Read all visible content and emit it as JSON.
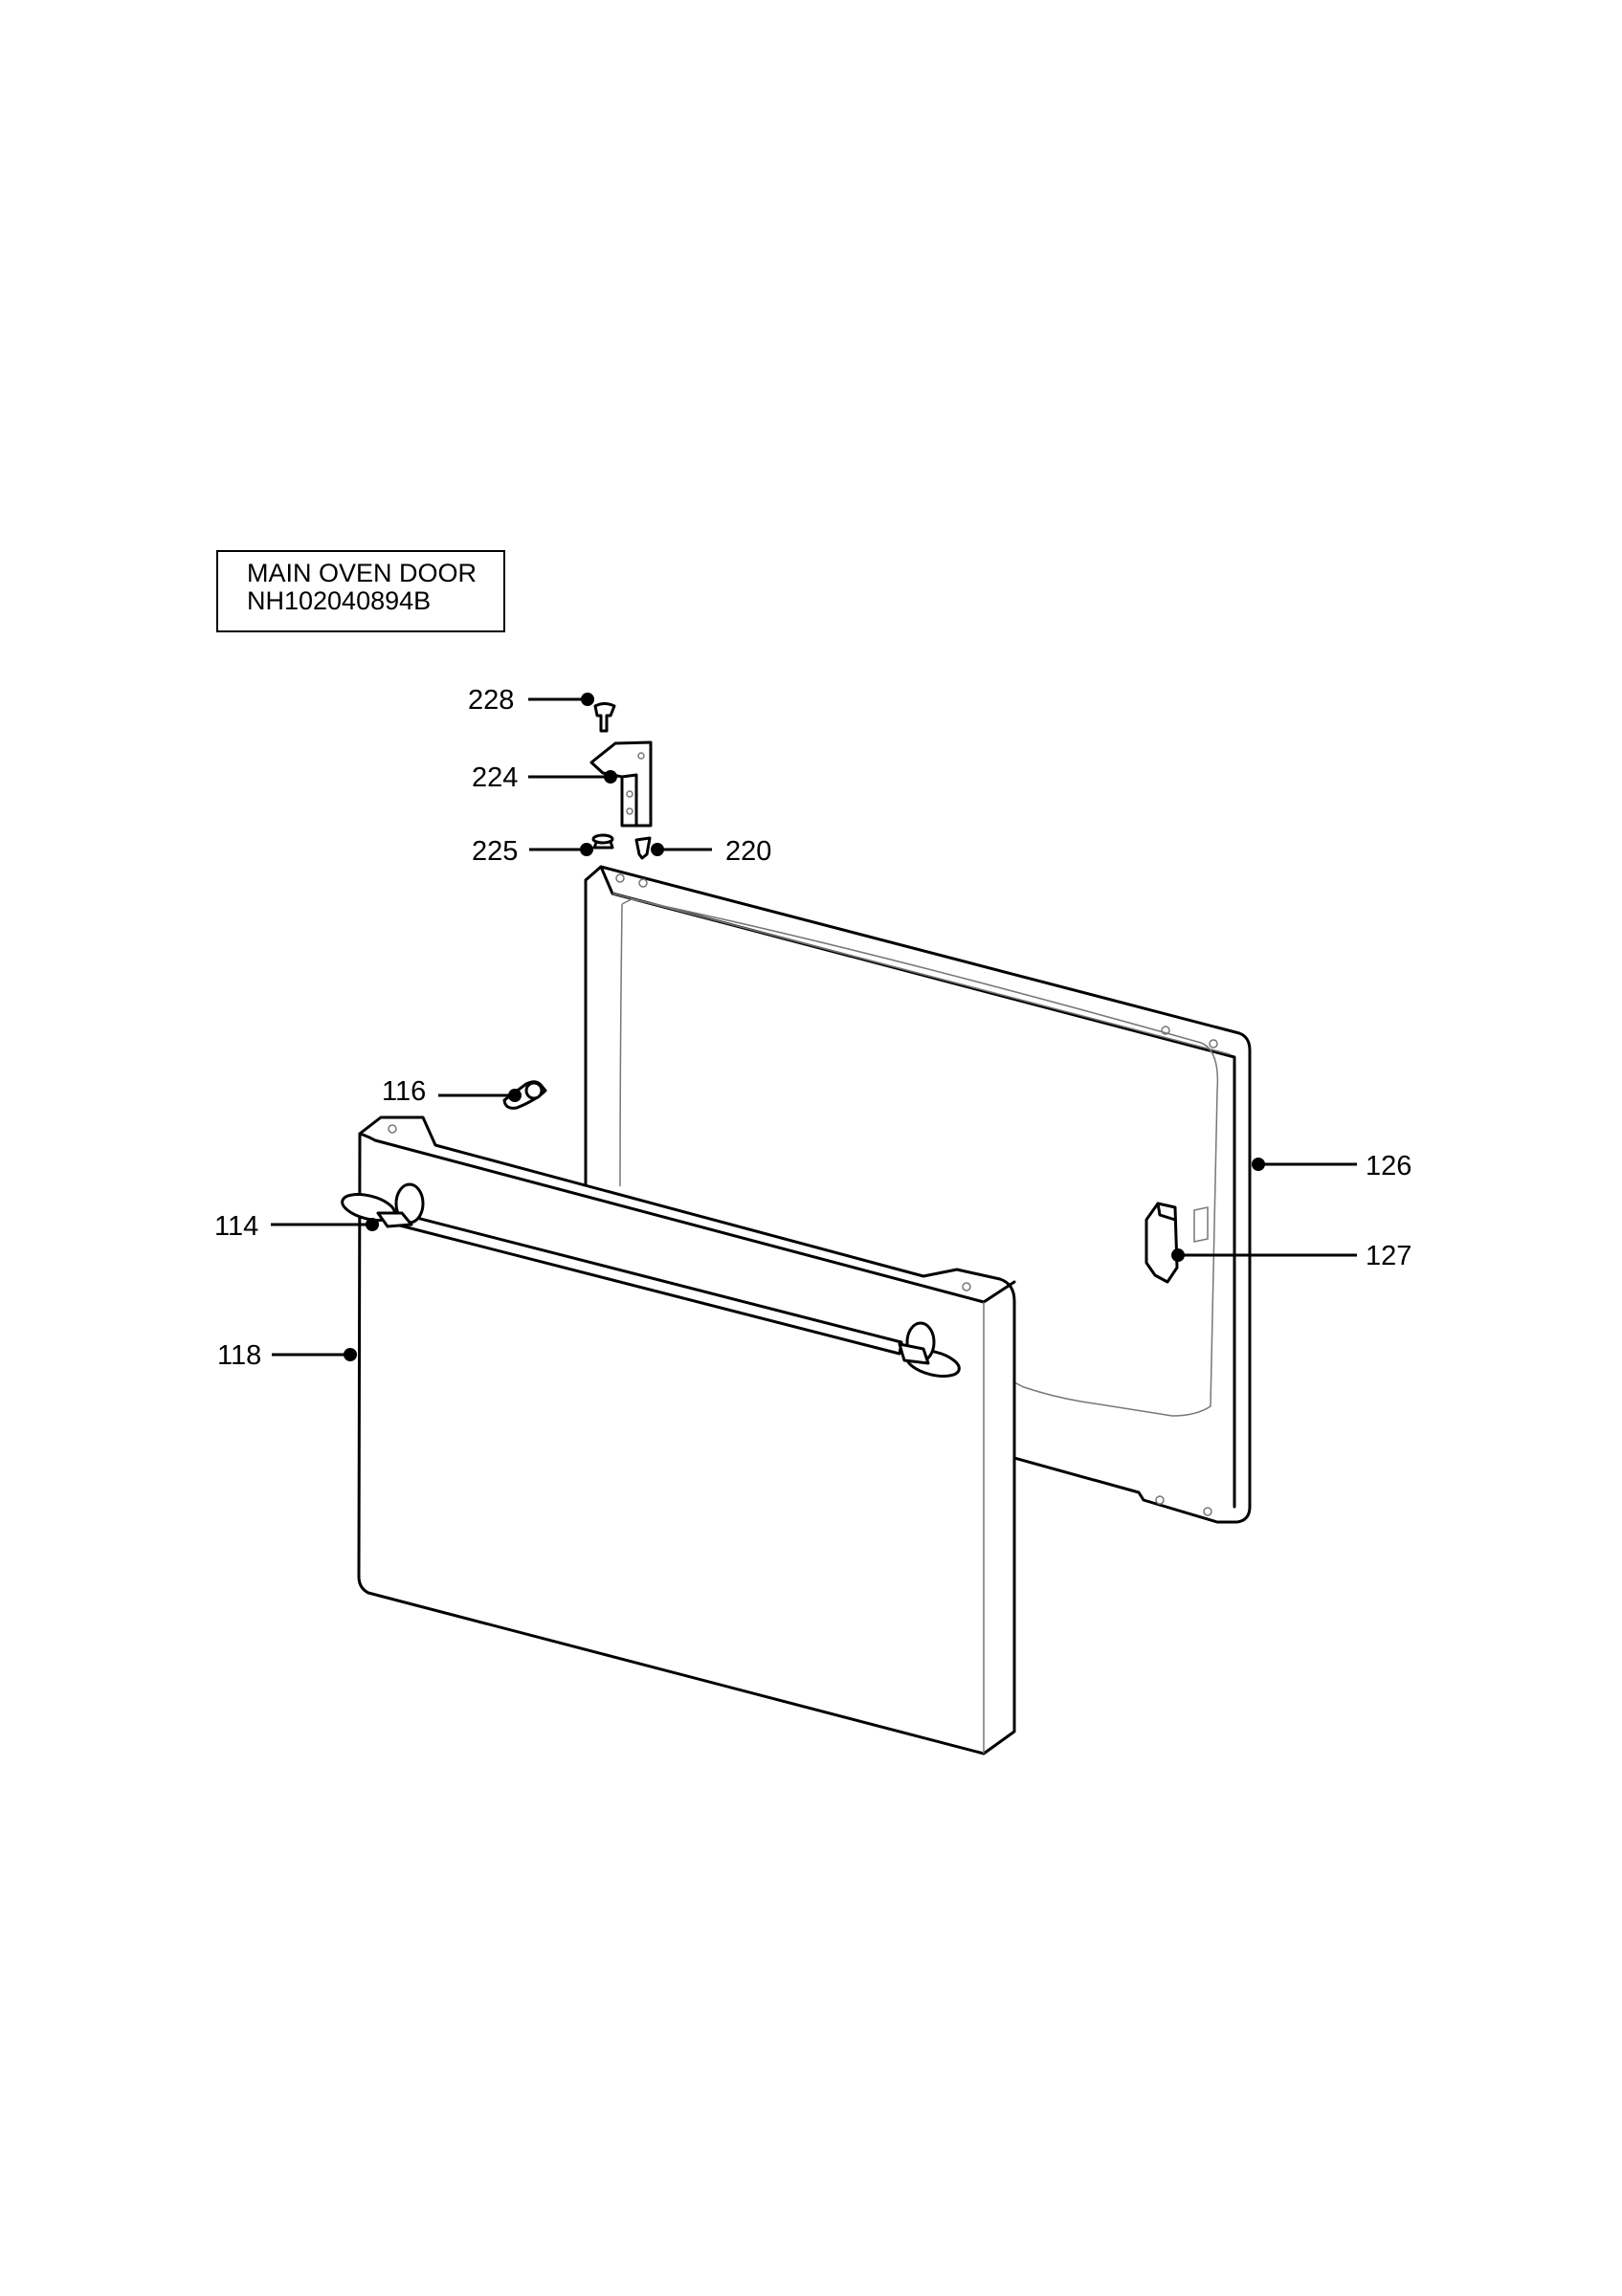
{
  "title": {
    "line1": "MAIN OVEN DOOR",
    "line2": "NH102040894B"
  },
  "callouts": {
    "c228": "228",
    "c224": "224",
    "c225": "225",
    "c220": "220",
    "c116": "116",
    "c126": "126",
    "c114": "114",
    "c127": "127",
    "c118": "118"
  }
}
